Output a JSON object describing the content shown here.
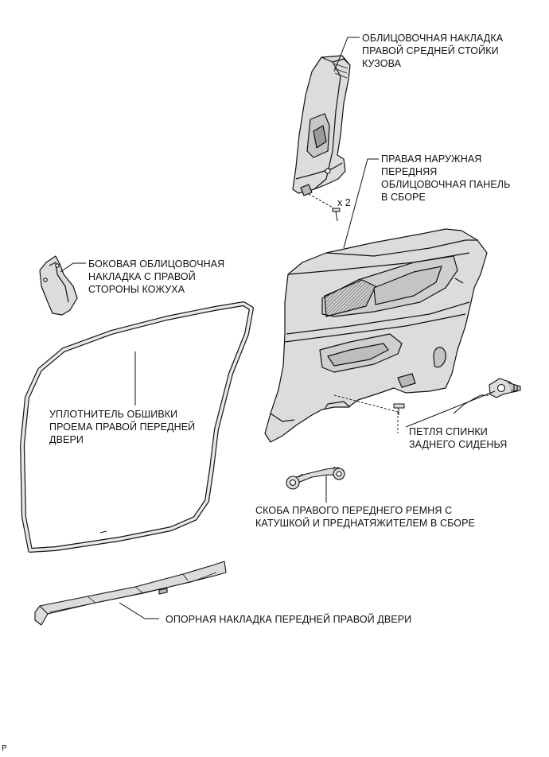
{
  "labels": {
    "center_pillar_garnish": "ОБЛИЦОВОЧНАЯ НАКЛАДКА\nПРАВОЙ СРЕДНЕЙ СТОЙКИ\nКУЗОВА",
    "quarter_trim_panel": "ПРАВАЯ НАРУЖНАЯ\nПЕРЕДНЯЯ\nОБЛИЦОВОЧНАЯ ПАНЕЛЬ\nВ СБОРЕ",
    "cowl_side_trim": "БОКОВАЯ ОБЛИЦОВОЧНАЯ\nНАКЛАДКА С ПРАВОЙ\nСТОРОНЫ КОЖУХА",
    "door_opening_weatherstrip": "УПЛОТНИТЕЛЬ ОБШИВКИ\nПРОЕМА ПРАВОЙ ПЕРЕДНЕЙ\nДВЕРИ",
    "rear_seat_hinge": "ПЕТЛЯ СПИНКИ\nЗАДНЕГО СИДЕНЬЯ",
    "seat_belt_bracket": "СКОБА ПРАВОГО ПЕРЕДНЕГО РЕМНЯ С\nКАТУШКОЙ И ПРЕДНАТЯЖИТЕЛЕМ В СБОРЕ",
    "door_scuff_plate": "ОПОРНАЯ НАКЛАДКА ПЕРЕДНЕЙ ПРАВОЙ ДВЕРИ"
  },
  "quantity_note": "x 2",
  "corner_mark": "P",
  "colors": {
    "line": "#111111",
    "fill": "#dcdcdc",
    "fill_dark": "#b8b8b8",
    "hatch": "#555555"
  }
}
